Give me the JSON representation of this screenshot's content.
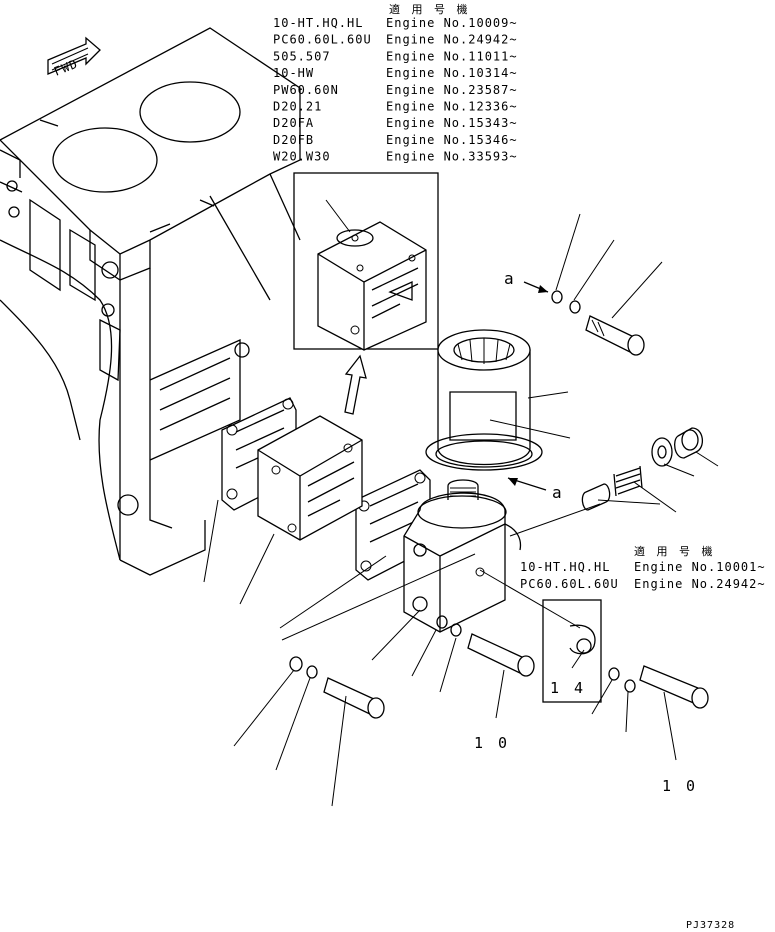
{
  "fwd_label": "FWD",
  "applicability_top": {
    "header": "適 用 号 機",
    "rows": [
      {
        "model": "10-HT.HQ.HL",
        "engine": "Engine No.10009~"
      },
      {
        "model": "PC60.60L.60U",
        "engine": "Engine No.24942~"
      },
      {
        "model": "505.507",
        "engine": "Engine No.11011~"
      },
      {
        "model": "10-HW",
        "engine": "Engine No.10314~"
      },
      {
        "model": "PW60.60N",
        "engine": "Engine No.23587~"
      },
      {
        "model": "D20.21",
        "engine": "Engine No.12336~"
      },
      {
        "model": "D20FA",
        "engine": "Engine No.15343~"
      },
      {
        "model": "D20FB",
        "engine": "Engine No.15346~"
      },
      {
        "model": "W20.W30",
        "engine": "Engine No.33593~"
      }
    ]
  },
  "applicability_bottom": {
    "header": "適 用 号 機",
    "rows": [
      {
        "model": "10-HT.HQ.HL",
        "engine": "Engine No.10001~"
      },
      {
        "model": "PC60.60L.60U",
        "engine": "Engine No.24942~"
      }
    ]
  },
  "ref_a_top": "a",
  "ref_a_mid": "a",
  "callouts": {
    "qty_14": "1 4",
    "qty_10_left": "1 0",
    "qty_10_right": "1 0"
  },
  "drawing_code": "PJ37328"
}
